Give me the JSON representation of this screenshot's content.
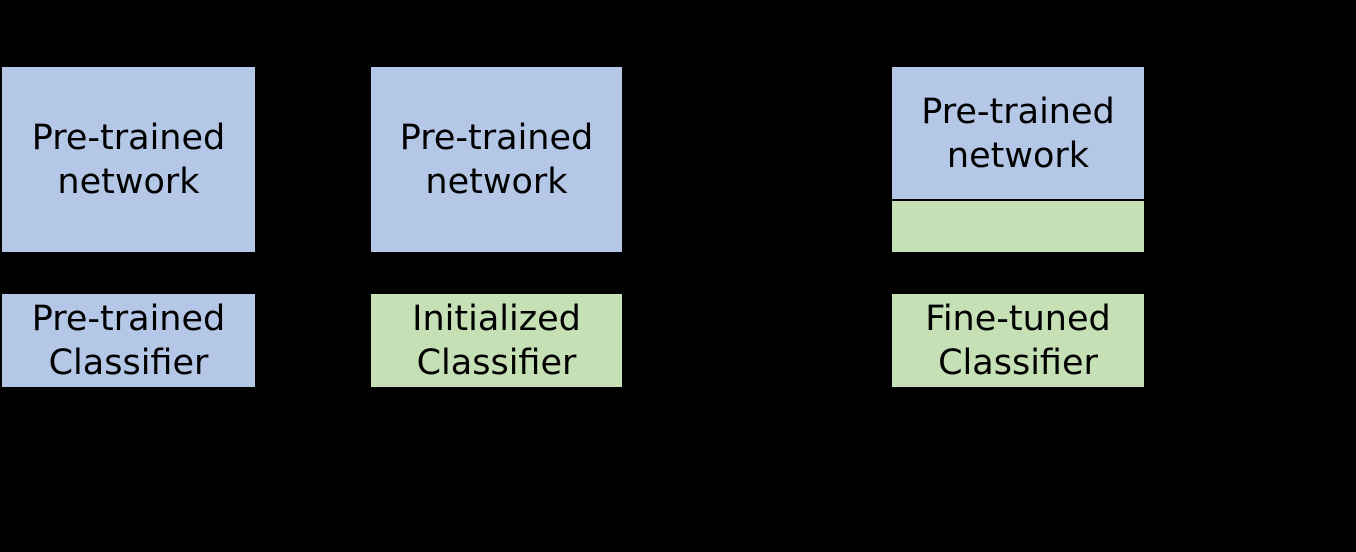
{
  "colors": {
    "background": "#000000",
    "pretrained_blue": "#b4c7e7",
    "trainable_green": "#c5e0b4",
    "text": "#000000"
  },
  "columns": [
    {
      "network": {
        "line1": "Pre-trained",
        "line2": "network"
      },
      "classifier": {
        "line1": "Pre-trained",
        "line2": "Classifier"
      }
    },
    {
      "network": {
        "line1": "Pre-trained",
        "line2": "network"
      },
      "classifier": {
        "line1": "Initialized",
        "line2": "Classifier"
      }
    },
    {
      "network": {
        "line1": "Pre-trained",
        "line2": "network",
        "fine_tuned_layer_label": ""
      },
      "classifier": {
        "line1": "Fine-tuned",
        "line2": "Classifier"
      }
    }
  ]
}
